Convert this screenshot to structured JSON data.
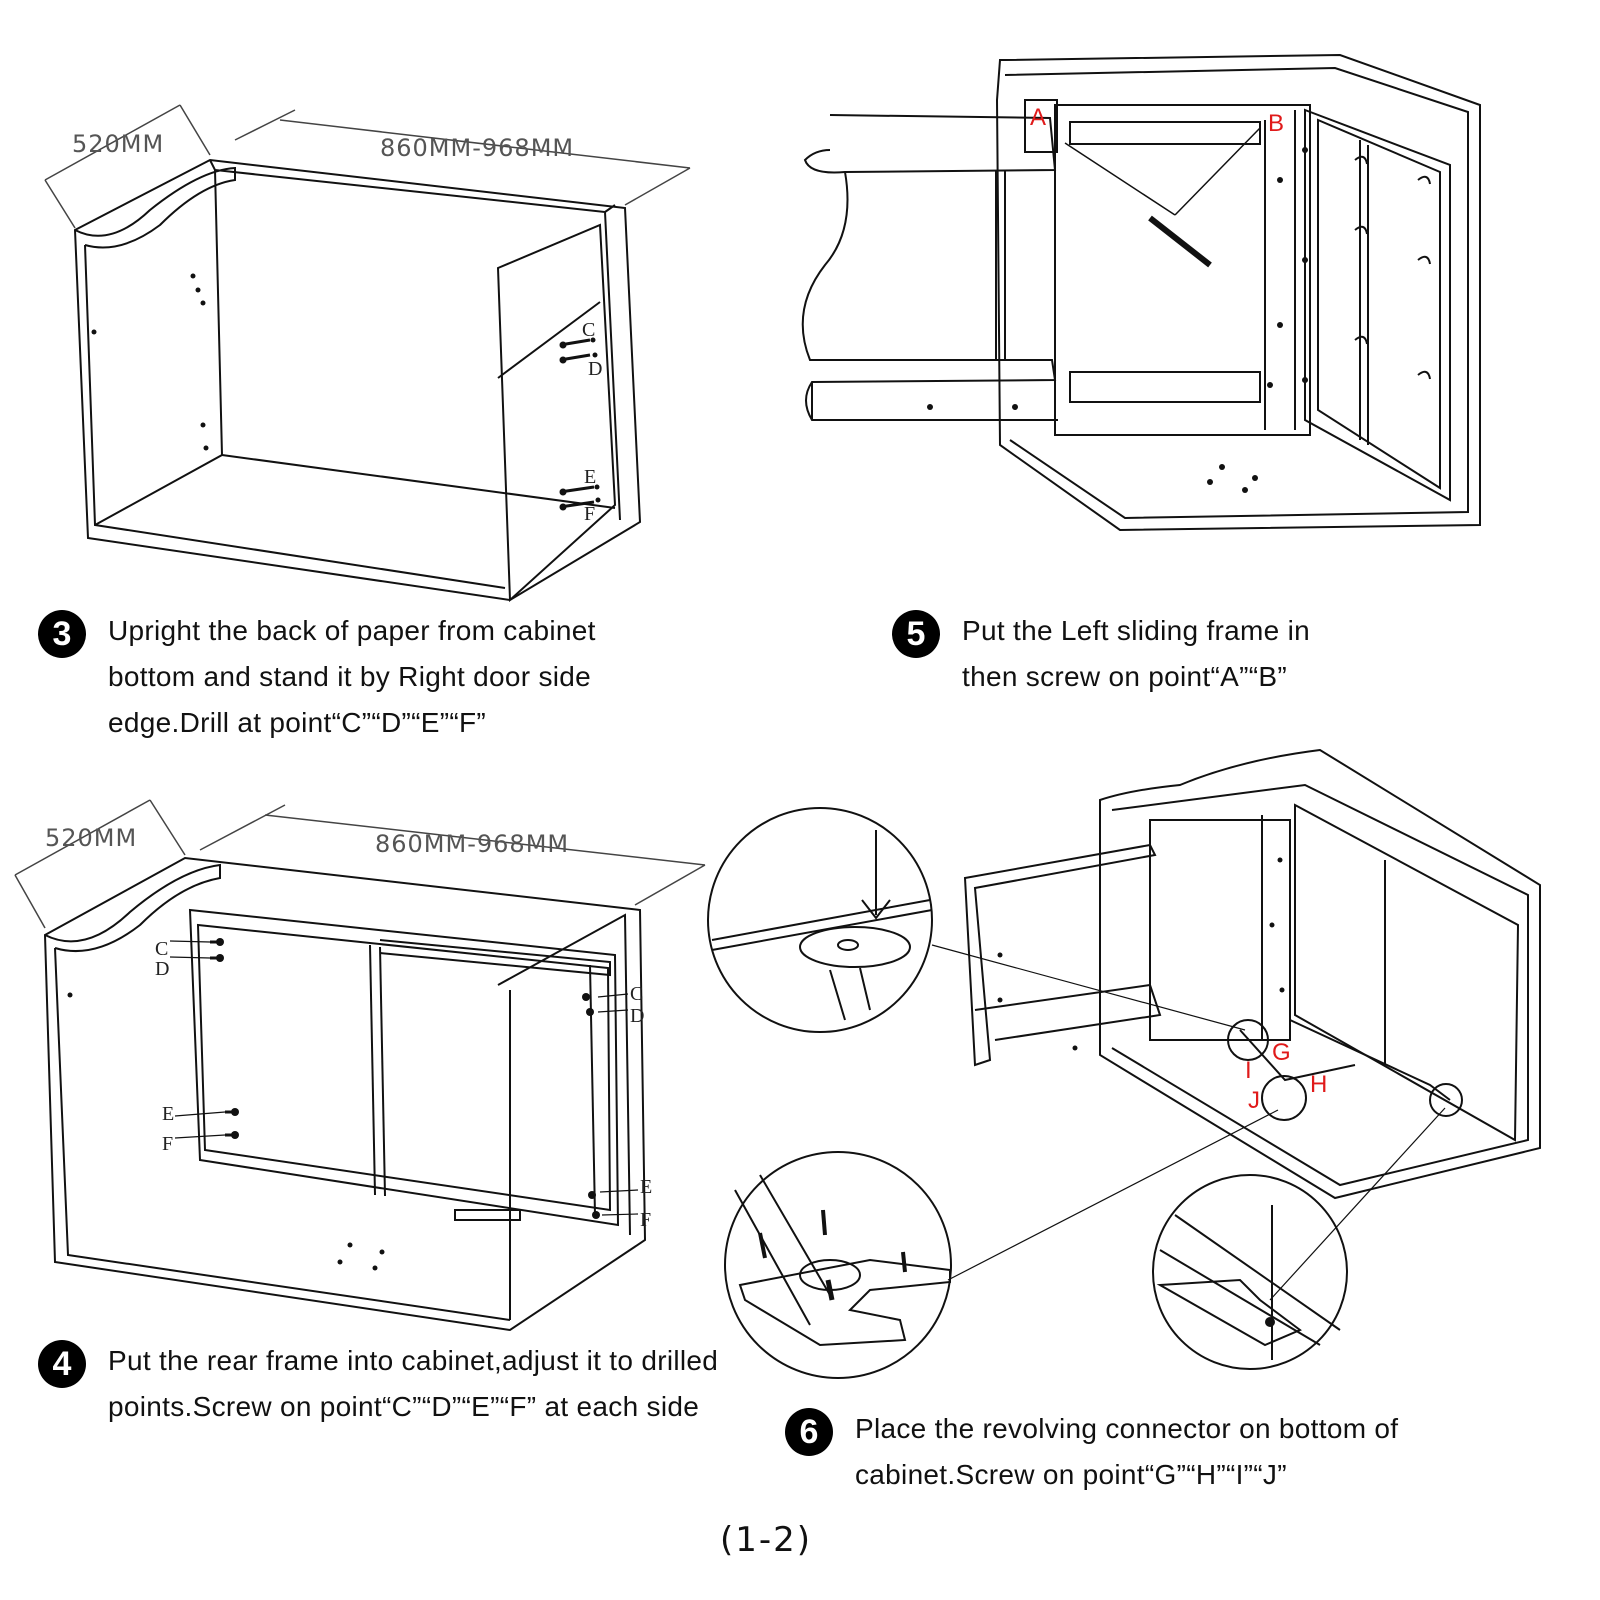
{
  "figures": {
    "fig3": {
      "depth": "520MM",
      "width": "860MM-968MM",
      "points": [
        "C",
        "D",
        "E",
        "F"
      ]
    },
    "fig4": {
      "depth": "520MM",
      "width": "860MM-968MM",
      "points_left": [
        "C",
        "D",
        "E",
        "F"
      ],
      "points_right": [
        "C",
        "D",
        "E",
        "F"
      ]
    },
    "fig5": {
      "points": [
        "A",
        "B"
      ]
    },
    "fig6": {
      "points": [
        "G",
        "H",
        "I",
        "J"
      ]
    }
  },
  "steps": [
    {
      "number": "3",
      "text": "Upright the back of paper from cabinet bottom and stand it by Right door side edge.Drill at point“C”“D”“E”“F”"
    },
    {
      "number": "5",
      "text": "Put the Left sliding frame in then screw on point“A”“B”"
    },
    {
      "number": "4",
      "text": "Put the rear frame into cabinet,adjust it to drilled points.Screw on point“C”“D”“E”“F” at each side"
    },
    {
      "number": "6",
      "text": "Place the revolving connector on bottom of cabinet.Screw on point“G”“H”“I”“J”"
    }
  ],
  "page_number": "(1-2)"
}
